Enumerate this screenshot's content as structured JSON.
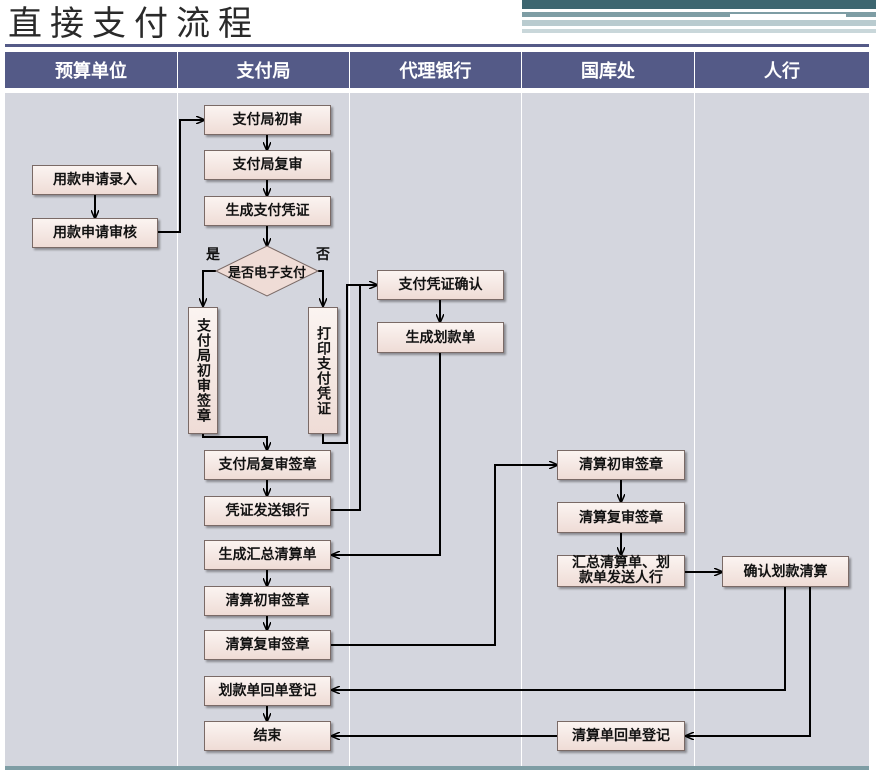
{
  "title": "直接支付流程",
  "lanes": [
    "预算单位",
    "支付局",
    "代理银行",
    "国库处",
    "人行"
  ],
  "steps": {
    "apply_entry": "用款申请录入",
    "apply_review": "用款申请审核",
    "first_review": "支付局初审",
    "second_review": "支付局复审",
    "gen_voucher": "生成支付凭证",
    "is_electronic": "是否电子支付",
    "yes_label": "是",
    "no_label": "否",
    "first_sign": "支付局初审签章",
    "print_voucher": "打印支付凭证",
    "second_sign": "支付局复审签章",
    "send_bank": "凭证发送银行",
    "gen_summary": "生成汇总清算单",
    "settle_first_sign": "清算初审签章",
    "settle_second_sign": "清算复审签章",
    "transfer_register": "划款单回单登记",
    "end": "结束",
    "voucher_confirm": "支付凭证确认",
    "gen_transfer": "生成划款单",
    "treasury_first_sign": "清算初审签章",
    "treasury_second_sign": "清算复审签章",
    "send_pbc": "汇总清算单、划款单发送人行",
    "settle_register": "清算单回单登记",
    "confirm_settle": "确认划款清算"
  },
  "colors": {
    "header": "#545a87",
    "lane_bg": "#d4d6de",
    "box_fill": "#f5e8e3",
    "line": "#000000"
  }
}
